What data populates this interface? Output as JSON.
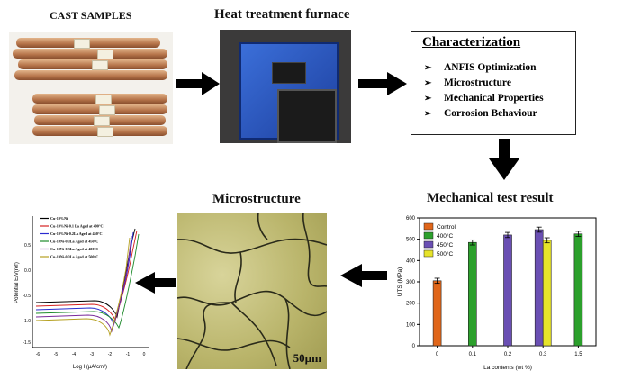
{
  "titles": {
    "cast_samples": "CAST SAMPLES",
    "furnace": "Heat treatment furnace",
    "microstructure": "Microstructure",
    "mechanical": "Mechanical test result"
  },
  "characterization": {
    "heading": "Characterization",
    "bullet_glyph": "➢",
    "items": [
      "ANFIS Optimization",
      "Microstructure",
      "Mechanical  Properties",
      "Corrosion Behaviour"
    ]
  },
  "micrograph": {
    "scale_bar": "50µm"
  },
  "polarization_chart": {
    "ylabel": "Potential E/V(ref)",
    "xlabel": "Log I (µA/cm²)",
    "legend": [
      {
        "label": "Cu-10%Ni",
        "color": "#000000"
      },
      {
        "label": "Cu-10%Ni-0.1 La Aged at 400°C",
        "color": "#d62020"
      },
      {
        "label": "Cu-10%Ni-0.2La Aged at 450°C",
        "color": "#2a2ad0"
      },
      {
        "label": "Cu-10Ni-0.3La Aged at 450°C",
        "color": "#1d8a2a"
      },
      {
        "label": "Cu-10Ni-0.3La Aged at 400°C",
        "color": "#7a2a9a"
      },
      {
        "label": "Cu-10Ni-0.3La Aged at 500°C",
        "color": "#b5a020"
      }
    ],
    "xticks": [
      "-6",
      "-5",
      "-4",
      "-3",
      "-2",
      "-1",
      "0"
    ],
    "yticks": [
      "0.5",
      "0.0",
      "-0.5",
      "-1.0",
      "-1.5"
    ]
  },
  "chart_data": {
    "type": "bar",
    "xlabel": "La contents (wt %)",
    "ylabel": "UTS (MPa)",
    "categories": [
      "0",
      "0.1",
      "0.2",
      "0.3",
      "1.5"
    ],
    "ylim": [
      0,
      600
    ],
    "yticks": [
      0,
      100,
      200,
      300,
      400,
      500,
      600
    ],
    "legend_position": "top-left",
    "series": [
      {
        "name": "Control",
        "color": "#e0661a",
        "values": [
          305,
          null,
          null,
          null,
          null
        ]
      },
      {
        "name": "400°C",
        "color": "#2ca02c",
        "values": [
          null,
          485,
          null,
          null,
          525
        ]
      },
      {
        "name": "450°C",
        "color": "#6a4fb3",
        "values": [
          null,
          null,
          520,
          545,
          null
        ]
      },
      {
        "name": "500°C",
        "color": "#e6e32a",
        "values": [
          null,
          null,
          null,
          495,
          null
        ]
      }
    ]
  }
}
